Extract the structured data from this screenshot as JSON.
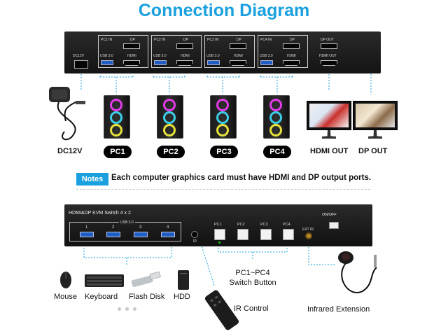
{
  "title": "Connection Diagram",
  "rear_panel": {
    "dc_label": "DC12V",
    "groups": [
      {
        "pc_label": "PC1 IN",
        "dp_label": "DP",
        "usb_label": "USB 3.0",
        "hdmi_label": "HDMI"
      },
      {
        "pc_label": "PC2 IN",
        "dp_label": "DP",
        "usb_label": "USB 3.0",
        "hdmi_label": "HDMI"
      },
      {
        "pc_label": "PC3 IN",
        "dp_label": "DP",
        "usb_label": "USB 3.0",
        "hdmi_label": "HDMI"
      },
      {
        "pc_label": "PC4 IN",
        "dp_label": "DP",
        "usb_label": "USB 3.0",
        "hdmi_label": "HDMI"
      }
    ],
    "out_dp_label": "DP OUT",
    "out_hdmi_label": "HDMI OUT"
  },
  "labels": {
    "dc": "DC12V",
    "pcs": [
      "PC1",
      "PC2",
      "PC3",
      "PC4"
    ],
    "hdmi_out": "HDMI OUT",
    "dp_out": "DP OUT"
  },
  "notes": {
    "badge": "Notes",
    "text": "Each computer graphics card must have HDMI and DP output ports."
  },
  "front_panel": {
    "label": "HDMI&DP KVM Switch 4 x 2",
    "usb_label": "USB 3.0",
    "usb_numbers": [
      "1",
      "2",
      "3",
      "4"
    ],
    "ir_label": "IR",
    "switch_labels": [
      "PC1",
      "PC2",
      "PC3",
      "PC4"
    ],
    "ext_ir_label": "EXT IR",
    "power_label": "ON/OFF"
  },
  "peripherals": {
    "mouse": "Mouse",
    "keyboard": "Keyboard",
    "flash_disk": "Flash Disk",
    "hdd": "HDD"
  },
  "switch_button": {
    "line1": "PC1~PC4",
    "line2": "Switch Button"
  },
  "ir_control": "IR Control",
  "infrared_extension": "Infrared Extension",
  "colors": {
    "accent": "#1aa0de",
    "panel": "#1c1c1c",
    "usb_port": "#1f5fc4",
    "connector_line": "#1aa0de"
  }
}
